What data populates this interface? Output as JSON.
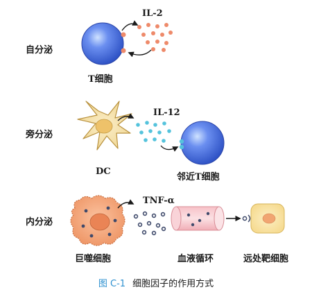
{
  "rows": {
    "autocrine": {
      "title": "自分泌",
      "cytokine": "IL-2",
      "cell": "T细胞"
    },
    "paracrine": {
      "title": "旁分泌",
      "cytokine": "IL-12",
      "source_cell": "DC",
      "target_cell": "邻近T细胞"
    },
    "endocrine": {
      "title": "内分泌",
      "cytokine": "TNF-α",
      "source_cell": "巨噬细胞",
      "vessel": "血液循环",
      "target_cell": "远处靶细胞"
    }
  },
  "caption": {
    "figure_number": "图 C-1",
    "text": "细胞因子的作用方式"
  },
  "colors": {
    "t_cell": "#3a63d6",
    "il2_dots": "#ee8a6a",
    "il12_dots": "#55c3dc",
    "tnf_dots": "#3f4a6b",
    "dc": "#f3dfa6",
    "macrophage": "#f4a97e",
    "vessel": "#f8cfd3",
    "target_cell": "#f8e3a2",
    "caption_label": "#2b8fcf"
  }
}
